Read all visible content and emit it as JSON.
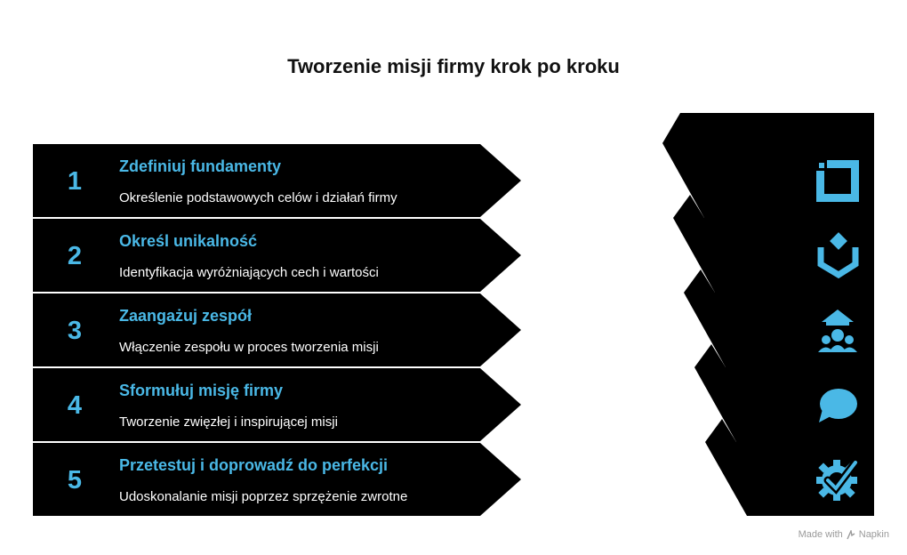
{
  "title": "Tworzenie misji firmy krok po kroku",
  "colors": {
    "accent": "#4ab8e6",
    "background": "#000000",
    "text": "#ffffff"
  },
  "steps": [
    {
      "number": "1",
      "heading": "Zdefiniuj fundamenty",
      "description": "Określenie podstawowych celów i działań firmy",
      "icon": "square-frame-icon"
    },
    {
      "number": "2",
      "heading": "Określ unikalność",
      "description": "Identyfikacja wyróżniających cech i wartości",
      "icon": "unique-cube-icon"
    },
    {
      "number": "3",
      "heading": "Zaangażuj zespół",
      "description": "Włączenie zespołu w proces tworzenia misji",
      "icon": "team-icon"
    },
    {
      "number": "4",
      "heading": "Sformułuj misję firmy",
      "description": "Tworzenie zwięzłej i inspirującej misji",
      "icon": "speech-bubble-icon"
    },
    {
      "number": "5",
      "heading": "Przetestuj i doprowadź do perfekcji",
      "description": "Udoskonalanie misji poprzez sprzężenie zwrotne",
      "icon": "gear-check-icon"
    }
  ],
  "footer": {
    "made_with": "Made with",
    "brand": "Napkin"
  }
}
